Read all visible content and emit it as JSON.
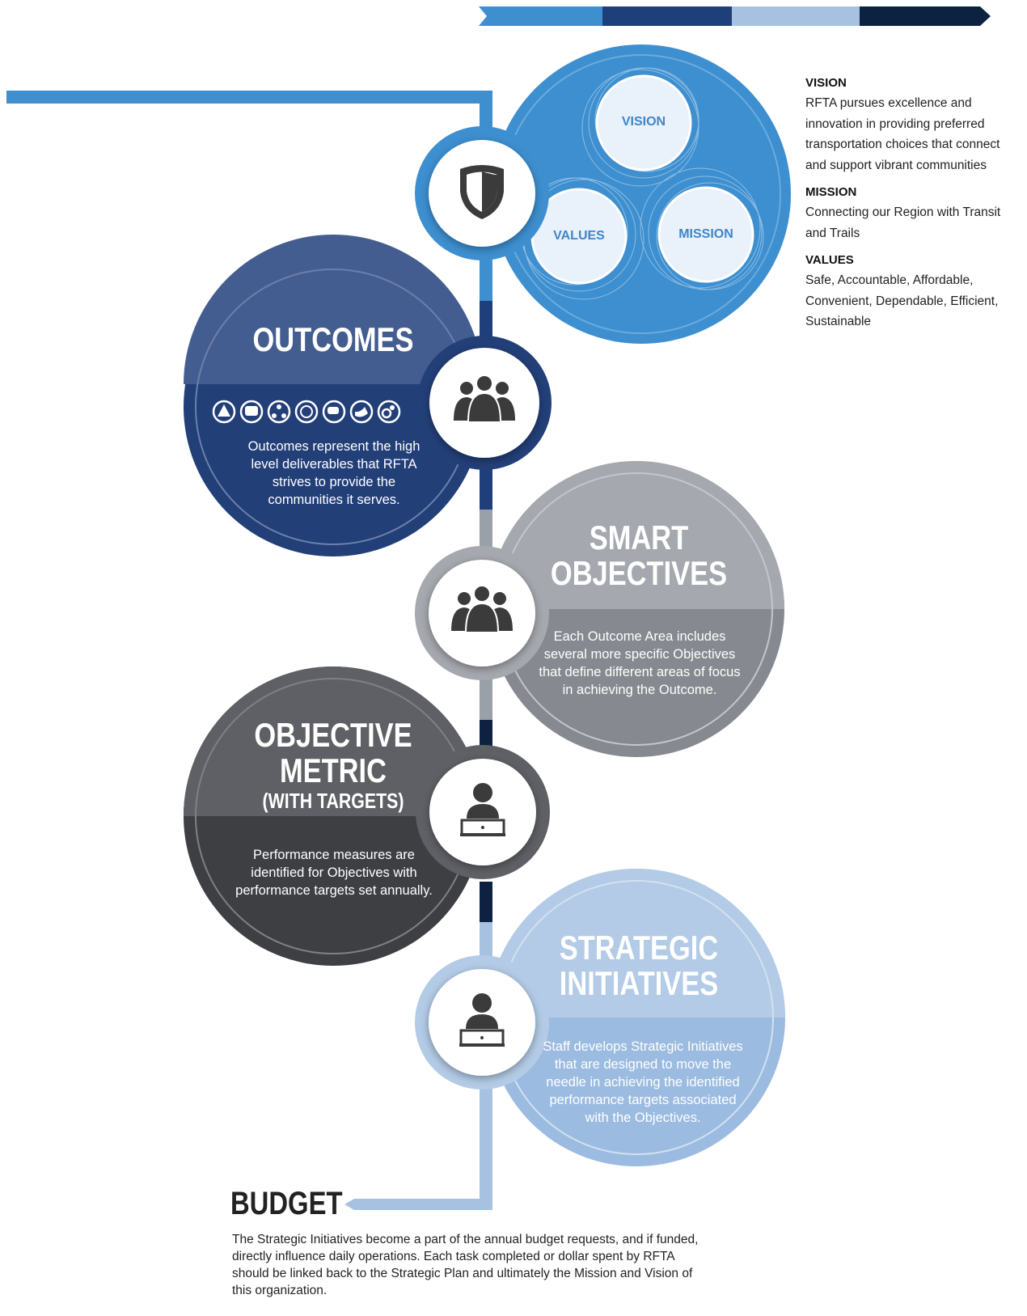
{
  "colors": {
    "light_blue": "#3d8fd0",
    "navy": "#1f3f7a",
    "grey": "#9aa0a8",
    "dark": "#505156",
    "pale_blue": "#a7c2e0",
    "darkest": "#0c2240"
  },
  "vmv": {
    "vision_label": "VISION",
    "values_label": "VALUES",
    "mission_label": "MISSION",
    "icon": "shield-icon"
  },
  "sidebar": {
    "vision_heading": "VISION",
    "vision_text": "RFTA pursues excellence and innovation in providing preferred transportation choices that connect and support vibrant communities",
    "mission_heading": "MISSION",
    "mission_text": "Connecting our Region with Transit and Trails",
    "values_heading": "VALUES",
    "values_text": "Safe, Accountable, Affordable, Convenient, Dependable, Efficient, Sustainable"
  },
  "stages": [
    {
      "title": "OUTCOMES",
      "text": "Outcomes represent the high level deliverables that RFTA strives to provide the communities it serves.",
      "icon": "team-icon"
    },
    {
      "title_line1": "SMART",
      "title_line2": "OBJECTIVES",
      "text": "Each Outcome Area includes several more specific Objectives that define different areas of focus in achieving the Outcome.",
      "icon": "team-icon"
    },
    {
      "title_line1": "OBJECTIVE",
      "title_line2": "METRIC",
      "title_line3": "(WITH TARGETS)",
      "text": "Performance measures are identified for Objectives with performance targets set annually.",
      "icon": "person-laptop-icon"
    },
    {
      "title_line1": "STRATEGIC",
      "title_line2": "INITIATIVES",
      "text": "Staff develops Strategic Initiatives that are designed to move the needle in achieving the identified performance targets associated with the Objectives.",
      "icon": "person-laptop-icon"
    }
  ],
  "budget": {
    "title": "BUDGET",
    "text": "The Strategic Initiatives become a part of the annual budget requests, and if funded, directly influence daily operations. Each task completed or dollar spent by RFTA should be linked back to the Strategic Plan and ultimately the Mission and Vision of this organization."
  }
}
